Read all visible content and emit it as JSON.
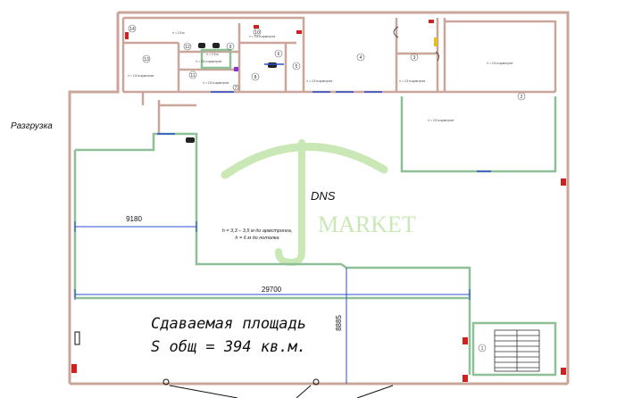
{
  "labels": {
    "unloading": "Разгрузка",
    "brand": "DNS",
    "watermark": "MARKET",
    "ceiling_line1": "h = 3,3 – 3,5 м до армстронга,",
    "ceiling_line2": "h = 6 м до потолка",
    "rent_title": "Сдаваемая площадь",
    "rent_area": "S общ = 394 кв.м."
  },
  "dimensions": {
    "width_left": "9180",
    "width_total": "29700",
    "height_right": "8885"
  },
  "rooms": {
    "r1": "1",
    "r2": "2",
    "r3": "3",
    "r4": "4",
    "r5": "5",
    "r6": "6",
    "r7": "7",
    "r8": "8",
    "r9": "9",
    "r10": "10",
    "r11": "11",
    "r12": "12",
    "r13": "13",
    "r14": "14"
  },
  "room_notes": {
    "n1": "h = 2,5 м армстронг",
    "n2": "h = 2,5 м армстронг",
    "n3": "h = 2,5 м армстронг",
    "n4": "h = 2,5 м армстронг",
    "n5": "h = 2,5 м армстронг",
    "n6": "h = 2,5 м армстронг",
    "n7": "h = 2,5 м армстронг",
    "n8": "h = 2,5 м армстронг",
    "n9": "h = 2,5 м",
    "n10": "h = 2,5 м"
  },
  "colors": {
    "wall_outer": "#c9a59a",
    "wall_inner": "#8fbf96",
    "dimension": "#2a4fd0",
    "door": "#2a4fd0",
    "fire_box": "#cc2222",
    "watermark": "#bfe3a8",
    "text": "#111111"
  }
}
